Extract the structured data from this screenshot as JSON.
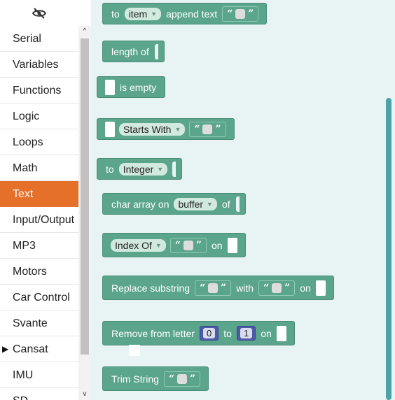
{
  "toolbox": {
    "categories": [
      {
        "label": "Serial"
      },
      {
        "label": "Variables"
      },
      {
        "label": "Functions"
      },
      {
        "label": "Logic"
      },
      {
        "label": "Loops"
      },
      {
        "label": "Math"
      },
      {
        "label": "Text",
        "selected": true
      },
      {
        "label": "Input/Output"
      },
      {
        "label": "MP3"
      },
      {
        "label": "Motors"
      },
      {
        "label": "Car Control"
      },
      {
        "label": "Svante"
      },
      {
        "label": "Cansat"
      },
      {
        "label": "IMU"
      },
      {
        "label": "SD"
      }
    ],
    "selected_color": "#e4702a",
    "expand_arrow": "▶",
    "scroll_up": "^",
    "scroll_down": "v"
  },
  "blocks": {
    "append": {
      "to": "to",
      "var": "item",
      "append_text": "append text",
      "open_q": "“",
      "close_q": "”"
    },
    "length": {
      "label": "length of"
    },
    "is_empty": {
      "label": "is empty"
    },
    "starts_with": {
      "option": "Starts With",
      "open_q": "“",
      "close_q": "”"
    },
    "to_integer": {
      "to": "to",
      "option": "Integer"
    },
    "char_array": {
      "label": "char array on",
      "var": "buffer",
      "of": "of"
    },
    "index_of": {
      "option": "Index Of",
      "open_q": "“",
      "close_q": "”",
      "on": "on"
    },
    "replace": {
      "label": "Replace substring",
      "with": "with",
      "on": "on",
      "open_q": "“",
      "close_q": "”"
    },
    "remove": {
      "label": "Remove from letter",
      "from_value": "0",
      "to": "to",
      "to_value": "1",
      "on": "on"
    },
    "trim": {
      "label": "Trim String",
      "open_q": "“",
      "close_q": "”"
    }
  },
  "colors": {
    "text_block": "#5ba58c",
    "workspace_bg": "#e8f3f3",
    "number_block": "#4d5aa6",
    "scrollbar": "#4ba3a7"
  }
}
